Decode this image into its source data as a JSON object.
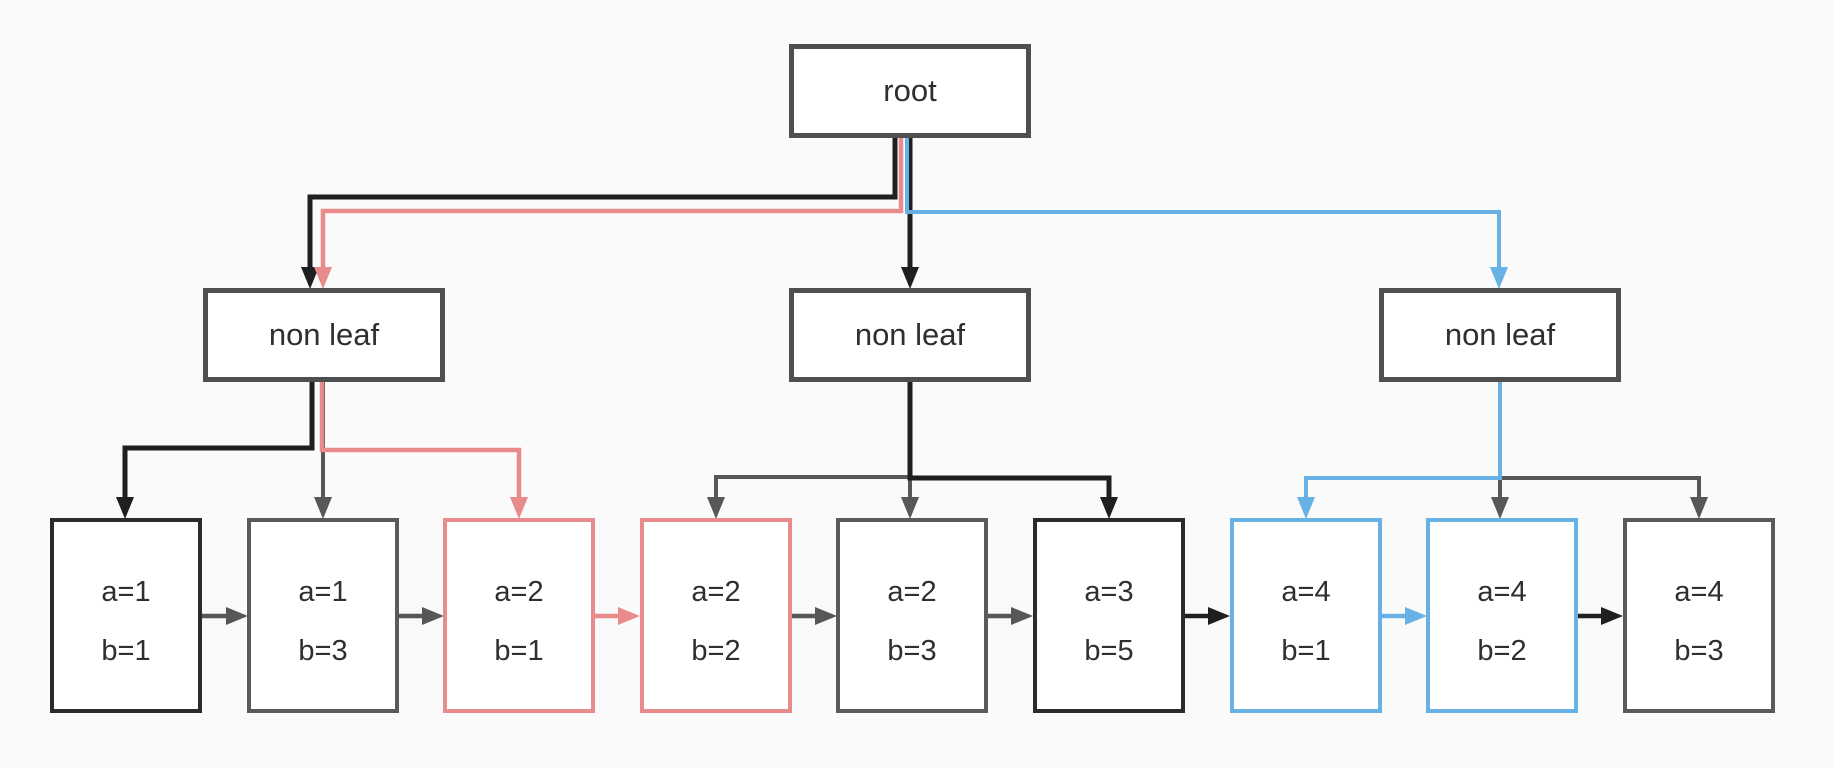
{
  "diagram": {
    "type": "tree",
    "description": "B+ tree style index diagram with root, non-leaf level and linked leaf level; red and blue highlighted traversal paths"
  },
  "colors": {
    "background": "#fafafa",
    "black_edge": "#1f1f1f",
    "gray_edge": "#575757",
    "red_highlight": "#e88b8d",
    "blue_highlight": "#68b1e4",
    "upper_node_border": "#4f4f4f",
    "leaf_black_border": "#2b2b2b",
    "leaf_gray_border": "#5a5a5a",
    "text": "#2d2f31"
  },
  "root": {
    "label": "root"
  },
  "non_leaf": [
    {
      "label": "non leaf"
    },
    {
      "label": "non leaf"
    },
    {
      "label": "non leaf"
    }
  ],
  "leaves": [
    {
      "line1": "a=1",
      "line2": "b=1",
      "highlight": "black"
    },
    {
      "line1": "a=1",
      "line2": "b=3",
      "highlight": "gray"
    },
    {
      "line1": "a=2",
      "line2": "b=1",
      "highlight": "red"
    },
    {
      "line1": "a=2",
      "line2": "b=2",
      "highlight": "red"
    },
    {
      "line1": "a=2",
      "line2": "b=3",
      "highlight": "gray"
    },
    {
      "line1": "a=3",
      "line2": "b=5",
      "highlight": "black"
    },
    {
      "line1": "a=4",
      "line2": "b=1",
      "highlight": "blue"
    },
    {
      "line1": "a=4",
      "line2": "b=2",
      "highlight": "blue"
    },
    {
      "line1": "a=4",
      "line2": "b=3",
      "highlight": "gray"
    }
  ],
  "edges": [
    {
      "from": "root",
      "to": "non-leaf-1",
      "color": "black"
    },
    {
      "from": "root",
      "to": "non-leaf-1",
      "color": "red"
    },
    {
      "from": "root",
      "to": "non-leaf-2",
      "color": "black"
    },
    {
      "from": "root",
      "to": "non-leaf-3",
      "color": "blue"
    },
    {
      "from": "non-leaf-1",
      "to": "leaf-1",
      "color": "black"
    },
    {
      "from": "non-leaf-1",
      "to": "leaf-2",
      "color": "gray"
    },
    {
      "from": "non-leaf-1",
      "to": "leaf-3",
      "color": "red"
    },
    {
      "from": "non-leaf-2",
      "to": "leaf-4",
      "color": "gray"
    },
    {
      "from": "non-leaf-2",
      "to": "leaf-5",
      "color": "gray"
    },
    {
      "from": "non-leaf-2",
      "to": "leaf-6",
      "color": "black"
    },
    {
      "from": "non-leaf-3",
      "to": "leaf-7",
      "color": "blue"
    },
    {
      "from": "non-leaf-3",
      "to": "leaf-8",
      "color": "gray"
    },
    {
      "from": "non-leaf-3",
      "to": "leaf-9",
      "color": "gray"
    },
    {
      "from": "leaf-1",
      "to": "leaf-2",
      "color": "gray"
    },
    {
      "from": "leaf-2",
      "to": "leaf-3",
      "color": "gray"
    },
    {
      "from": "leaf-3",
      "to": "leaf-4",
      "color": "red"
    },
    {
      "from": "leaf-4",
      "to": "leaf-5",
      "color": "gray"
    },
    {
      "from": "leaf-5",
      "to": "leaf-6",
      "color": "gray"
    },
    {
      "from": "leaf-6",
      "to": "leaf-7",
      "color": "black"
    },
    {
      "from": "leaf-7",
      "to": "leaf-8",
      "color": "blue"
    },
    {
      "from": "leaf-8",
      "to": "leaf-9",
      "color": "black"
    }
  ]
}
